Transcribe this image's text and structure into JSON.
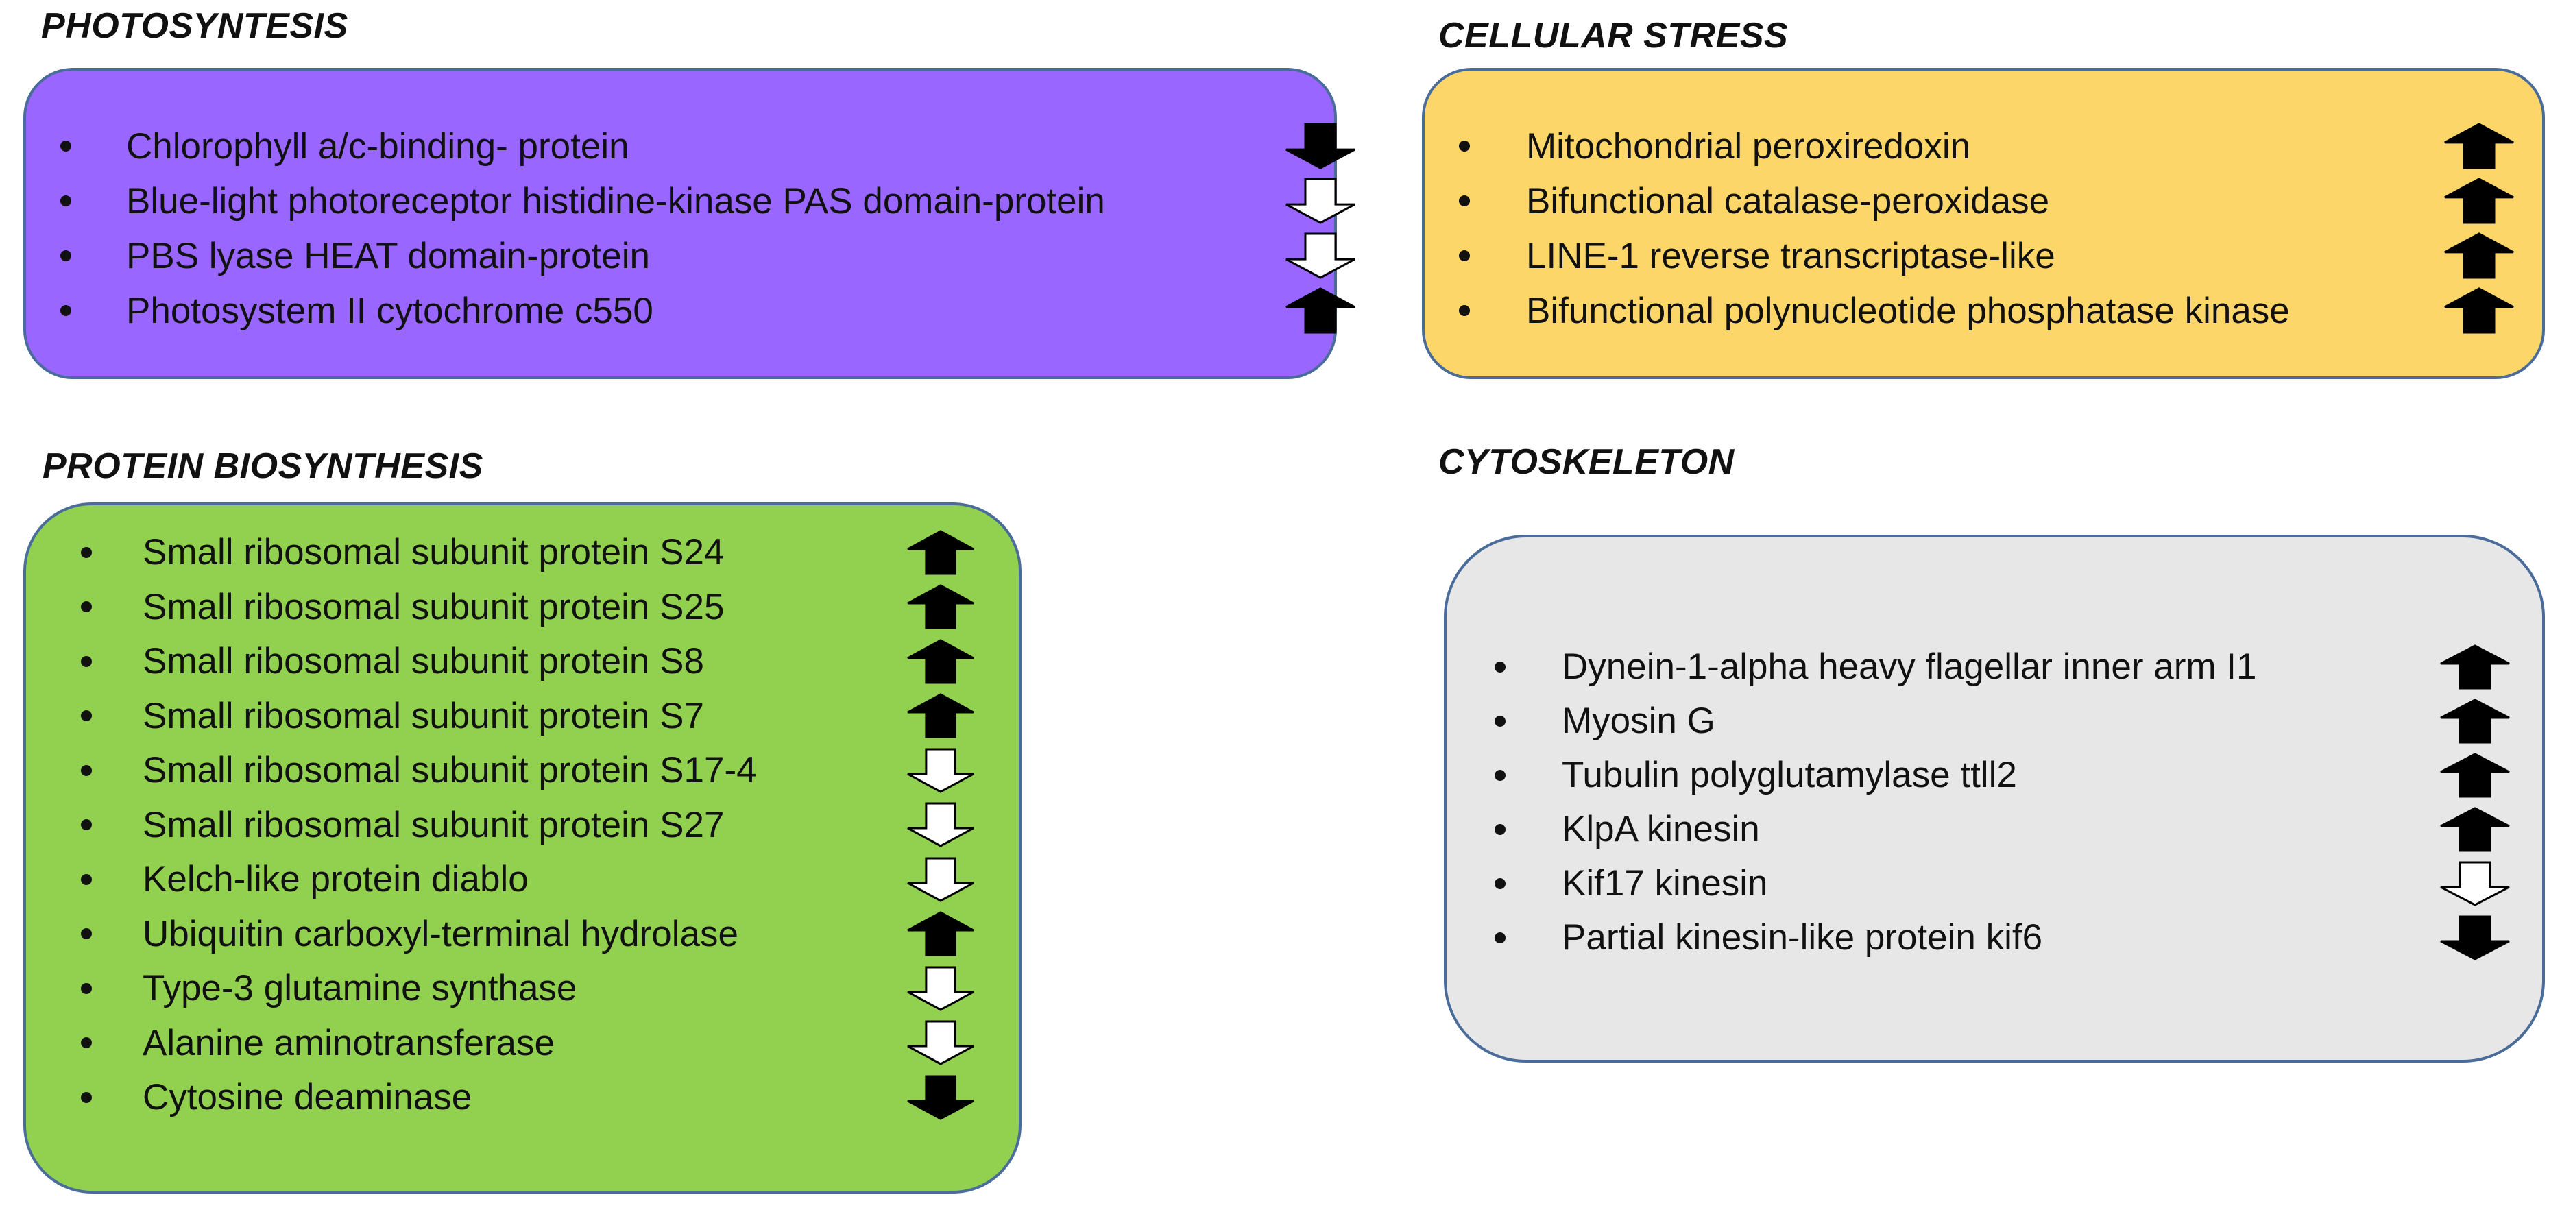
{
  "sections": [
    {
      "id": "photosynthesis",
      "title": "PHOTOSYNTESIS",
      "color": "#9966ff",
      "items": [
        {
          "label": "Chlorophyll a/c-binding- protein",
          "direction": "down",
          "style": "filled"
        },
        {
          "label": "Blue-light photoreceptor histidine-kinase PAS domain-protein",
          "direction": "down",
          "style": "outline"
        },
        {
          "label": "PBS lyase HEAT domain-protein",
          "direction": "down",
          "style": "outline"
        },
        {
          "label": "Photosystem II cytochrome c550",
          "direction": "up",
          "style": "filled"
        }
      ]
    },
    {
      "id": "cellular-stress",
      "title": "CELLULAR STRESS",
      "color": "#fdd66a",
      "items": [
        {
          "label": "Mitochondrial peroxiredoxin",
          "direction": "up",
          "style": "filled"
        },
        {
          "label": "Bifunctional catalase-peroxidase",
          "direction": "up",
          "style": "filled"
        },
        {
          "label": "LINE-1 reverse transcriptase-like",
          "direction": "up",
          "style": "filled"
        },
        {
          "label": "Bifunctional polynucleotide phosphatase kinase",
          "direction": "up",
          "style": "filled"
        }
      ]
    },
    {
      "id": "protein-biosynthesis",
      "title": "PROTEIN BIOSYNTHESIS",
      "color": "#92d050",
      "items": [
        {
          "label": "Small ribosomal subunit protein S24",
          "direction": "up",
          "style": "filled"
        },
        {
          "label": "Small ribosomal subunit protein S25",
          "direction": "up",
          "style": "filled"
        },
        {
          "label": "Small ribosomal subunit protein  S8",
          "direction": "up",
          "style": "filled"
        },
        {
          "label": "Small ribosomal subunit protein  S7",
          "direction": "up",
          "style": "filled"
        },
        {
          "label": "Small ribosomal subunit protein S17-4",
          "direction": "down",
          "style": "outline"
        },
        {
          "label": "Small ribosomal subunit protein S27",
          "direction": "down",
          "style": "outline"
        },
        {
          "label": "Kelch-like protein diablo",
          "direction": "down",
          "style": "outline"
        },
        {
          "label": "Ubiquitin carboxyl-terminal hydrolase",
          "direction": "up",
          "style": "filled"
        },
        {
          "label": "Type-3 glutamine synthase",
          "direction": "down",
          "style": "outline"
        },
        {
          "label": "Alanine aminotransferase",
          "direction": "down",
          "style": "outline"
        },
        {
          "label": "Cytosine deaminase",
          "direction": "down",
          "style": "filled"
        }
      ]
    },
    {
      "id": "cytoskeleton",
      "title": "CYTOSKELETON",
      "color": "#e7e7e7",
      "items": [
        {
          "label": "Dynein-1-alpha heavy flagellar inner arm I1",
          "direction": "up",
          "style": "filled"
        },
        {
          "label": "Myosin G",
          "direction": "up",
          "style": "filled"
        },
        {
          "label": "Tubulin polyglutamylase ttll2",
          "direction": "up",
          "style": "filled"
        },
        {
          "label": "KlpA kinesin",
          "direction": "up",
          "style": "filled"
        },
        {
          "label": "Kif17 kinesin",
          "direction": "down",
          "style": "outline"
        },
        {
          "label": "Partial kinesin-like protein kif6",
          "direction": "down",
          "style": "filled"
        }
      ]
    }
  ]
}
